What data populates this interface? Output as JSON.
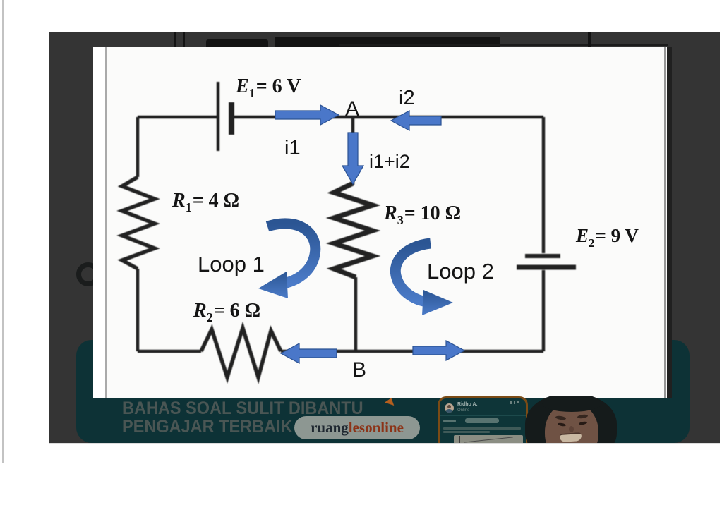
{
  "banner": {
    "line1": "BAHAS SOAL SULIT DIBANTU",
    "line2": "PENGAJAR TERBAIK",
    "brand": {
      "part1": "ruang",
      "part2": "lesonline"
    }
  },
  "phone": {
    "contact_name": "Ridho A.",
    "status": "Online"
  },
  "circuit": {
    "labels": {
      "e1": {
        "sym": "E",
        "sub": "1",
        "rest": "= 6 V"
      },
      "e2": {
        "sym": "E",
        "sub": "2",
        "rest": "= 9 V"
      },
      "r1": {
        "sym": "R",
        "sub": "1",
        "rest": "= 4 Ω"
      },
      "r2": {
        "sym": "R",
        "sub": "2",
        "rest": "= 6 Ω"
      },
      "r3": {
        "sym": "R",
        "sub": "3",
        "rest": "= 10 Ω"
      },
      "node_a": "A",
      "node_b": "B",
      "current_i1": "i1",
      "current_i2": "i2",
      "current_sum": "i1+i2",
      "loop1": "Loop 1",
      "loop2": "Loop 2"
    }
  },
  "colors": {
    "arrow_blue": "#4a77c9",
    "loop_blue_dark": "#2b5593",
    "loop_blue_light": "#4b7bc8",
    "ink": "#222222",
    "teal_banner": "#0d3236",
    "brand_orange": "#8c3317",
    "frame_gray": "#343434"
  }
}
